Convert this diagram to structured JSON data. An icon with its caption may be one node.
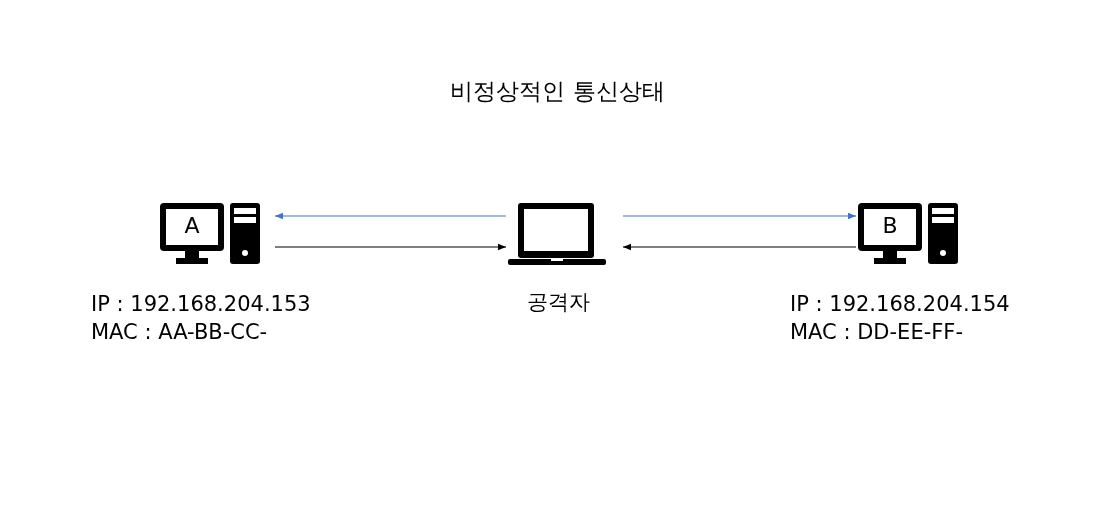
{
  "diagram": {
    "title": "비정상적인 통신상태",
    "nodes": [
      {
        "text": [
          "A"
        ],
        "beside": [
          "IP : 192.168.204.153",
          "MAC : AA-BB-CC-"
        ]
      },
      {
        "text": [],
        "shape": "laptop",
        "beside": [
          "공격자"
        ]
      },
      {
        "text": [
          "B"
        ],
        "beside": [
          "IP : 192.168.204.154",
          "MAC : DD-EE-FF-"
        ]
      }
    ],
    "edges": [
      {
        "from": 1,
        "to": 0,
        "arrow": "to",
        "color": "#4472c4"
      },
      {
        "from": 0,
        "to": 1,
        "arrow": "to",
        "color": "#000000"
      },
      {
        "from": 1,
        "to": 2,
        "arrow": "to",
        "color": "#4472c4"
      },
      {
        "from": 2,
        "to": 1,
        "arrow": "to",
        "color": "#000000"
      }
    ]
  }
}
